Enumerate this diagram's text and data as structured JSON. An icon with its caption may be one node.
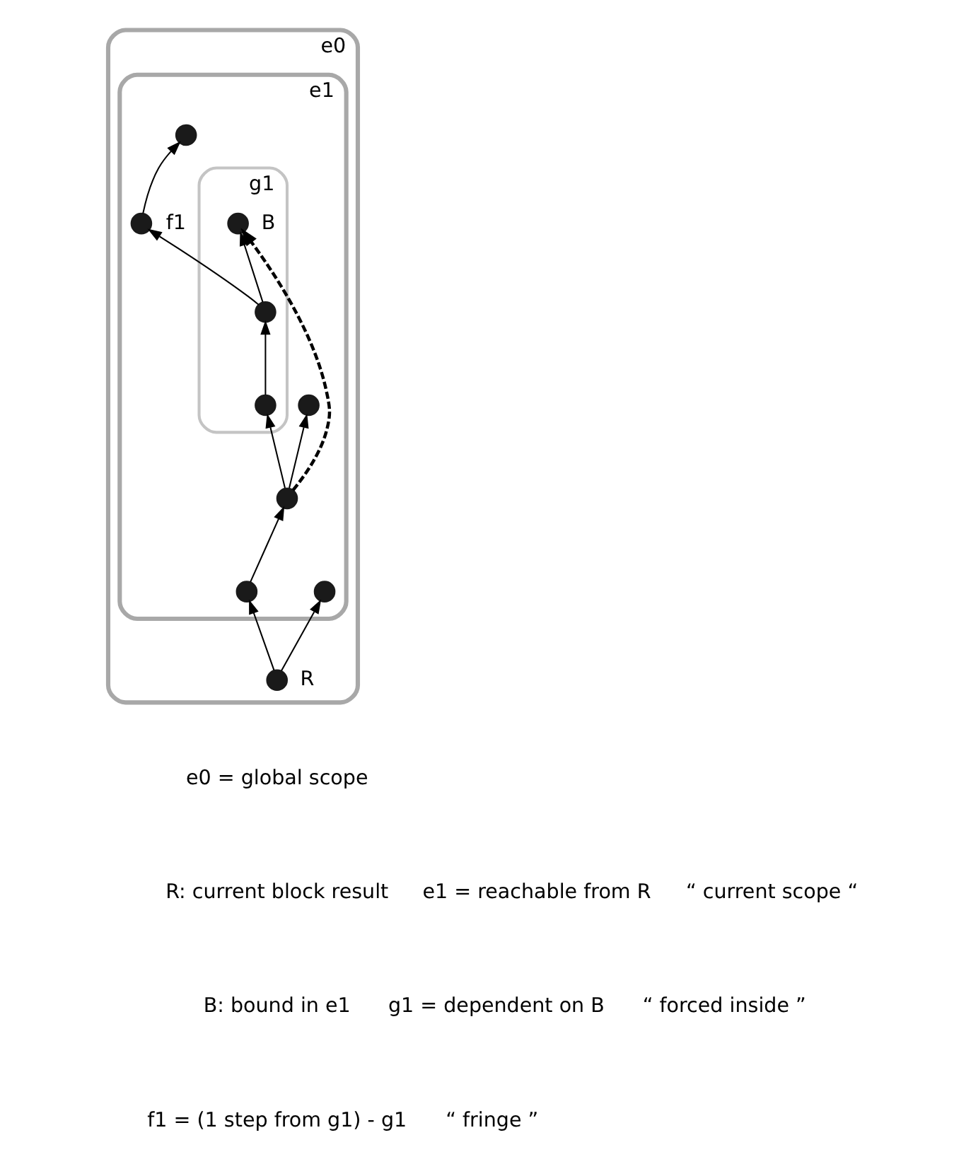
{
  "diagram": {
    "nodes": [
      {
        "text": [
          "e0"
        ]
      },
      {
        "text": [
          "e1"
        ],
        "in": 0
      },
      {
        "text": [
          "g1"
        ],
        "in": 1
      },
      {
        "text": [],
        "shape": "circle",
        "in": 1
      },
      {
        "text": [],
        "shape": "circle",
        "in": 1
      },
      {
        "text": [],
        "shape": "circle",
        "in": 1,
        "beside": [
          "f1"
        ]
      },
      {
        "text": [],
        "shape": "circle",
        "in": 2,
        "beside": [
          "B"
        ]
      },
      {
        "text": [],
        "shape": "circle",
        "in": 2
      },
      {
        "text": [],
        "shape": "circle",
        "in": 2
      },
      {
        "text": [],
        "shape": "circle",
        "in": 1
      },
      {
        "text": [],
        "shape": "circle",
        "in": 1
      },
      {
        "text": [],
        "shape": "circle",
        "in": 1
      },
      {
        "text": [],
        "shape": "circle",
        "in": 0,
        "beside": [
          "R"
        ]
      }
    ],
    "edges": [
      {
        "from": 12,
        "to": 11,
        "arrow": "to"
      },
      {
        "from": 12,
        "to": 10,
        "arrow": "to"
      },
      {
        "from": 11,
        "to": 9,
        "arrow": "to"
      },
      {
        "from": 9,
        "to": 4,
        "arrow": "to"
      },
      {
        "from": 9,
        "to": 6,
        "arrow": "to",
        "style": "dashed"
      },
      {
        "from": 9,
        "to": 8,
        "arrow": "to"
      },
      {
        "from": 8,
        "to": 7,
        "arrow": "to"
      },
      {
        "from": 7,
        "to": 6,
        "arrow": "to"
      },
      {
        "from": 7,
        "to": 5,
        "arrow": "to"
      },
      {
        "from": 5,
        "to": 3,
        "arrow": "to"
      }
    ],
    "labels": [
      "e0 = global scope",
      "R: current block result",
      "e1 = reachable from R",
      "“ current scope “",
      "B: bound in e1",
      "g1 = dependent on B",
      "“ forced inside ”",
      "f1 = (1 step from g1) - g1",
      "“ fringe ”"
    ]
  }
}
